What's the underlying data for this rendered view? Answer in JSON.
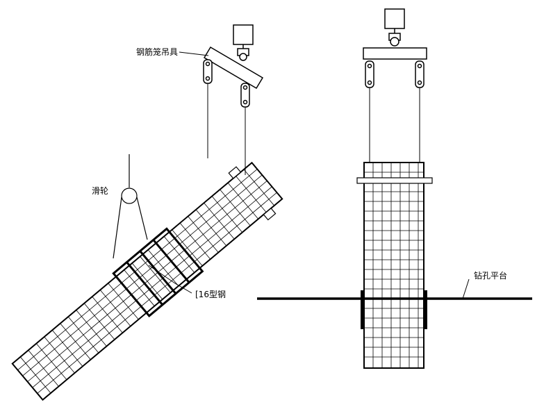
{
  "labels": {
    "spreader": "钢筋笼吊具",
    "pulley": "滑轮",
    "channel_steel": "[16型钢",
    "platform": "钻孔平台"
  },
  "colors": {
    "ink": "#000000",
    "background": "#ffffff"
  }
}
